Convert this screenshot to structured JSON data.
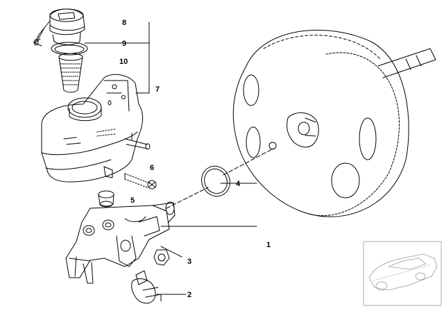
{
  "diagram": {
    "callouts": {
      "c1": "1",
      "c2": "2",
      "c3": "3",
      "c4": "4",
      "c5": "5",
      "c6": "6",
      "c7": "7",
      "c8": "8",
      "c9": "9",
      "c10": "10"
    },
    "parts": [
      "reservoir-cap",
      "cap-seal-ring",
      "reservoir-strainer",
      "brake-fluid-reservoir",
      "mounting-bolt",
      "reservoir-grommet",
      "master-cylinder",
      "pressure-sensor",
      "plug",
      "o-ring",
      "brake-booster",
      "car-thumbnail"
    ],
    "colors": {
      "line": "#000000",
      "background": "#ffffff",
      "thumbnail": "#9a9a9a"
    }
  }
}
